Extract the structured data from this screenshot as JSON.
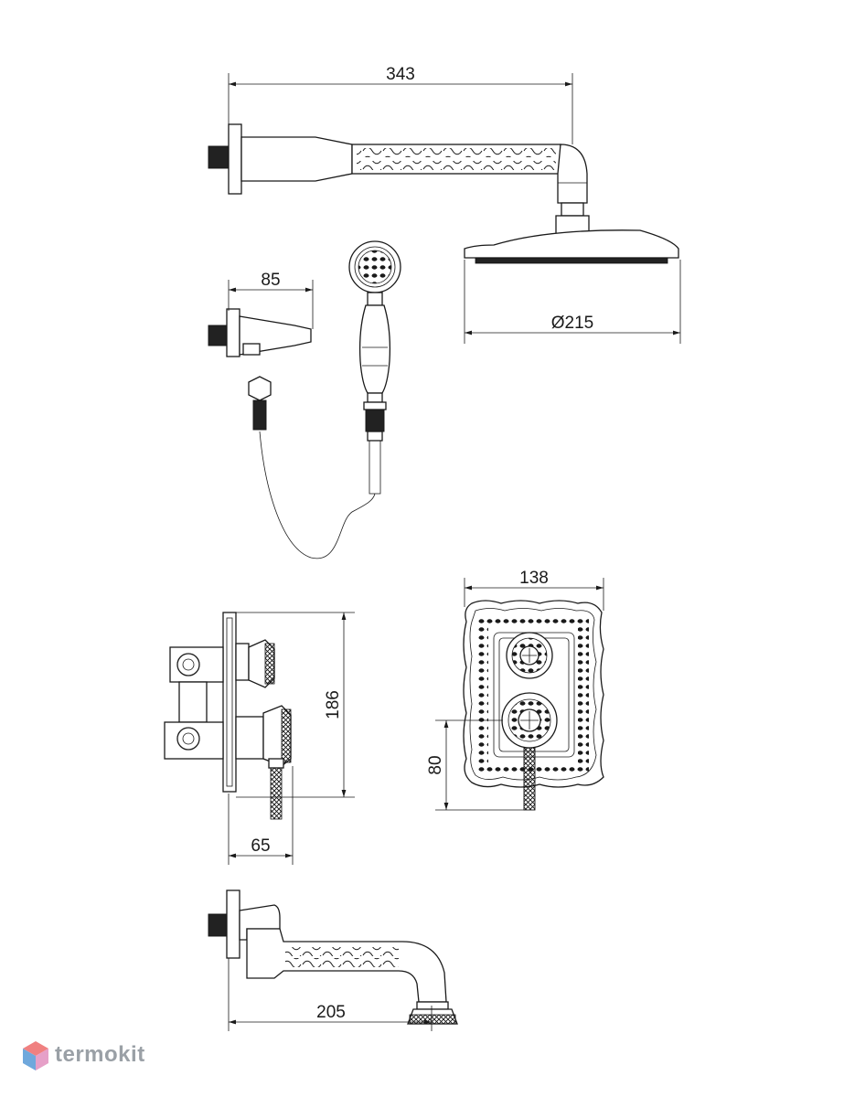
{
  "dimensions": {
    "shower_arm_length": "343",
    "overhead_diameter": "Ø215",
    "outlet_length": "85",
    "mixer_height": "186",
    "mixer_depth": "65",
    "plate_width": "138",
    "lever_offset": "80",
    "spout_length": "205"
  },
  "watermark": {
    "text": "termokit"
  },
  "colors": {
    "line": "#1a1a1a",
    "watermark_text": "#9aa0a6",
    "logo_top": "#f08080",
    "logo_left": "#6fa8dc"
  }
}
